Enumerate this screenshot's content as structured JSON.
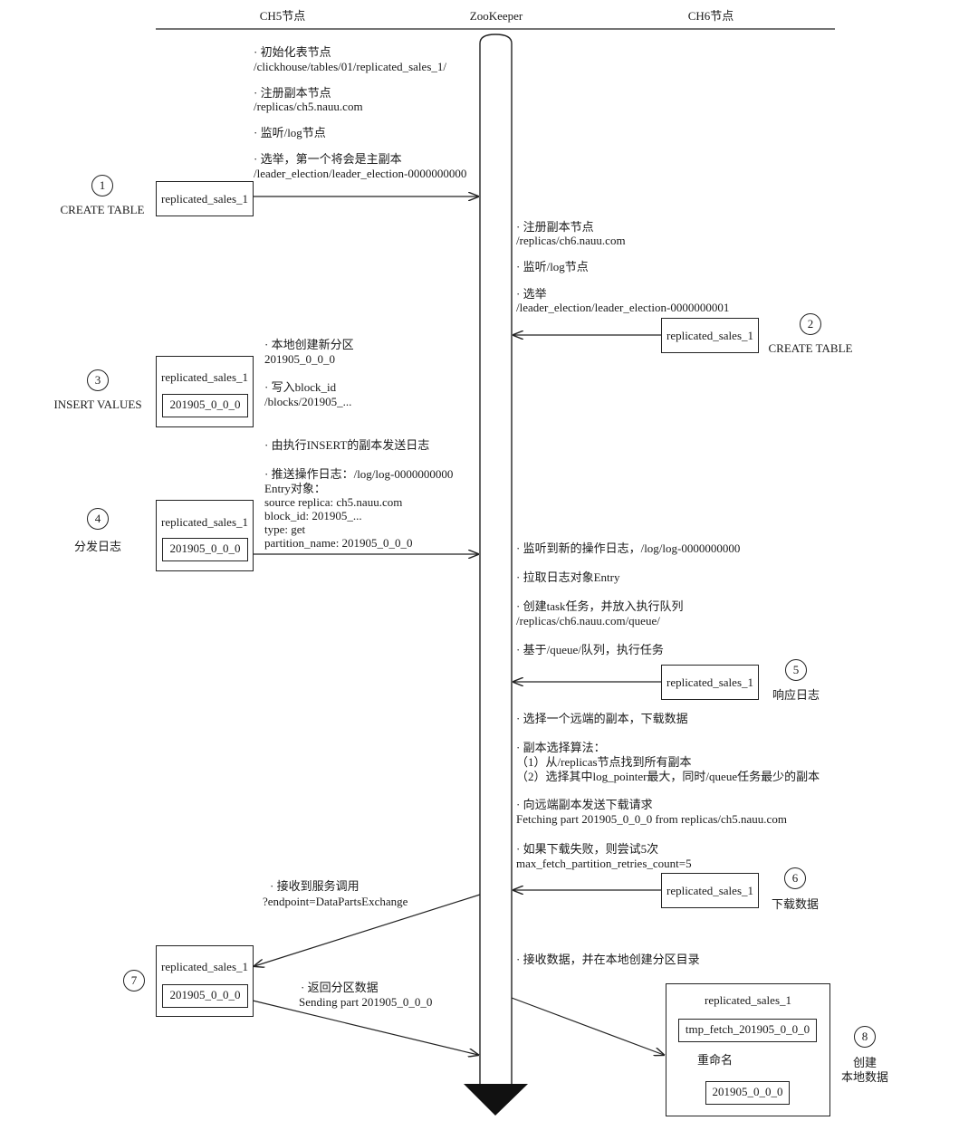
{
  "header": {
    "ch5": "CH5节点",
    "zookeeper": "ZooKeeper",
    "ch6": "CH6节点"
  },
  "table_name": "replicated_sales_1",
  "part_name": "201905_0_0_0",
  "tmp_part_name": "tmp_fetch_201905_0_0_0",
  "rename_label": "重命名",
  "steps": [
    {
      "num": "1",
      "label": "CREATE TABLE"
    },
    {
      "num": "2",
      "label": "CREATE TABLE"
    },
    {
      "num": "3",
      "label": "INSERT VALUES"
    },
    {
      "num": "4",
      "label": "分发日志"
    },
    {
      "num": "5",
      "label": "响应日志"
    },
    {
      "num": "6",
      "label": "下载数据"
    },
    {
      "num": "7",
      "label": ""
    },
    {
      "num": "8",
      "label": "创建",
      "label2": "本地数据"
    }
  ],
  "ch5_notes": [
    {
      "title": "· 初始化表节点",
      "lines": [
        "/clickhouse/tables/01/replicated_sales_1/"
      ]
    },
    {
      "title": "· 注册副本节点",
      "lines": [
        "/replicas/ch5.nauu.com"
      ]
    },
    {
      "title": "· 监听/log节点",
      "lines": []
    },
    {
      "title": "· 选举，第一个将会是主副本",
      "lines": [
        "/leader_election/leader_election-0000000000"
      ]
    },
    {
      "title": "· 本地创建新分区",
      "lines": [
        "201905_0_0_0"
      ]
    },
    {
      "title": "· 写入block_id",
      "lines": [
        "/blocks/201905_..."
      ]
    },
    {
      "title": "· 由执行INSERT的副本发送日志",
      "lines": []
    },
    {
      "title": "· 推送操作日志：/log/log-0000000000",
      "lines": [
        "Entry对象：",
        "source replica: ch5.nauu.com",
        "block_id: 201905_...",
        "type: get",
        "partition_name: 201905_0_0_0"
      ]
    },
    {
      "title": "· 接收到服务调用",
      "lines": [
        "?endpoint=DataPartsExchange"
      ]
    },
    {
      "title": "· 返回分区数据",
      "lines": [
        "Sending part 201905_0_0_0"
      ]
    }
  ],
  "ch6_notes": [
    {
      "title": "· 注册副本节点",
      "lines": [
        "/replicas/ch6.nauu.com"
      ]
    },
    {
      "title": "· 监听/log节点",
      "lines": []
    },
    {
      "title": "· 选举",
      "lines": [
        "/leader_election/leader_election-0000000001"
      ]
    },
    {
      "title": "· 监听到新的操作日志，/log/log-0000000000",
      "lines": []
    },
    {
      "title": "· 拉取日志对象Entry",
      "lines": []
    },
    {
      "title": "· 创建task任务，并放入执行队列",
      "lines": [
        "/replicas/ch6.nauu.com/queue/"
      ]
    },
    {
      "title": "· 基于/queue/队列，执行任务",
      "lines": []
    },
    {
      "title": "· 选择一个远端的副本，下载数据",
      "lines": []
    },
    {
      "title": "· 副本选择算法：",
      "lines": [
        "（1）从/replicas节点找到所有副本",
        "（2）选择其中log_pointer最大，同时/queue任务最少的副本"
      ]
    },
    {
      "title": "· 向远端副本发送下载请求",
      "lines": [
        "Fetching part 201905_0_0_0 from replicas/ch5.nauu.com"
      ]
    },
    {
      "title": "· 如果下载失败，则尝试5次",
      "lines": [
        "max_fetch_partition_retries_count=5"
      ]
    },
    {
      "title": "· 接收数据，并在本地创建分区目录",
      "lines": []
    }
  ]
}
